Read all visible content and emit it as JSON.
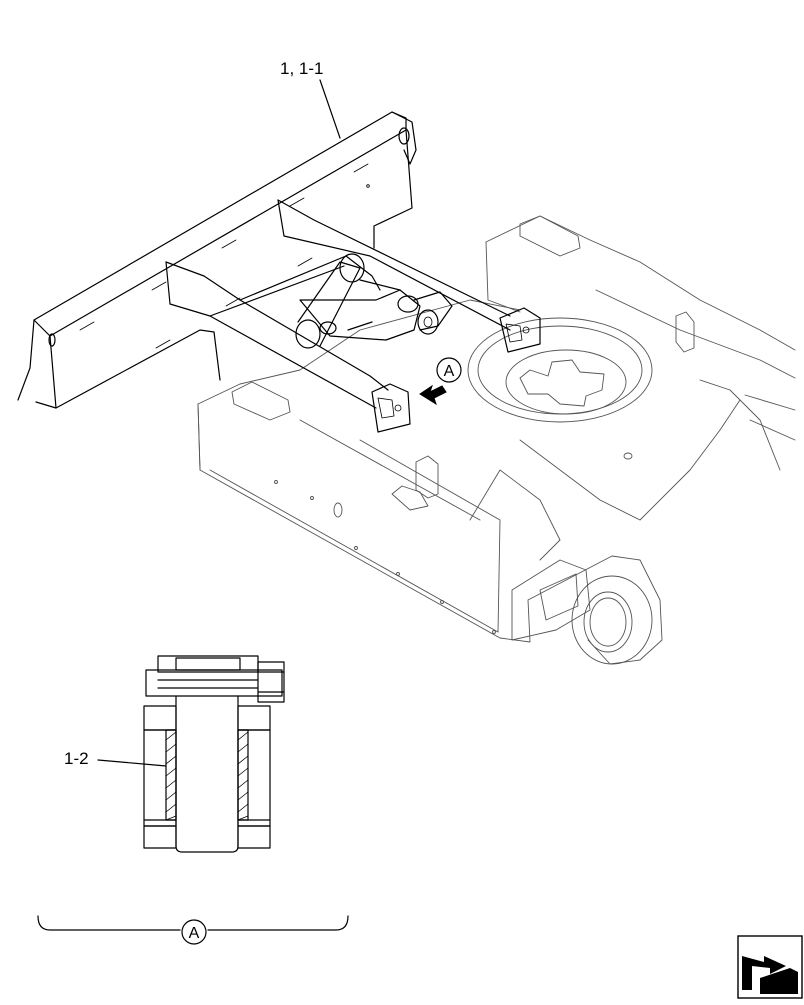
{
  "callouts": {
    "main_part": "1, 1-1",
    "bushing_part": "1-2",
    "view_ref": "A",
    "detail_ref": "A"
  },
  "icons": {
    "nav": "next-page-arrow-icon"
  }
}
